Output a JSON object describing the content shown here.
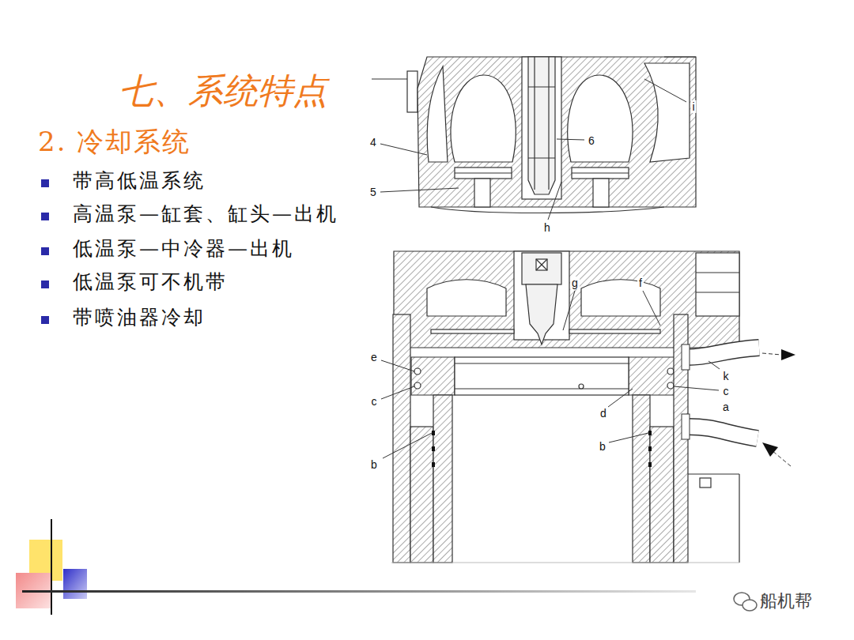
{
  "diagram": {
    "title": "七、系统特点",
    "labels": [
      "2. 冷却系统",
      "带高低温系统",
      "高温泵—缸套、缸头—出机",
      "低温泵—中冷器—出机",
      "低温泵可不机带",
      "带喷油器冷却",
      "i",
      "4",
      "6",
      "5",
      "h",
      "g",
      "f",
      "e",
      "k",
      "c",
      "c",
      "d",
      "a",
      "b",
      "b",
      "船机帮"
    ]
  }
}
